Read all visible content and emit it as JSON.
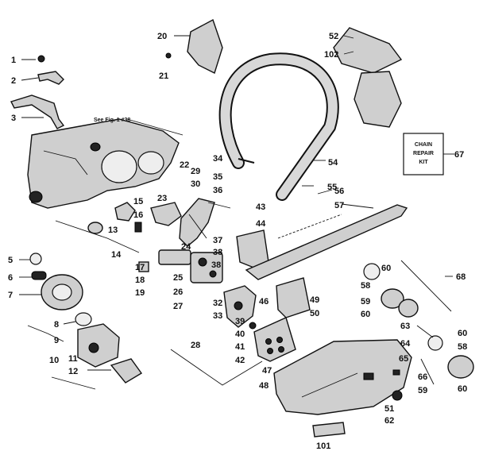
{
  "labels": {
    "l1": "1",
    "l2": "2",
    "l3": "3",
    "l5": "5",
    "l6": "6",
    "l7": "7",
    "l8": "8",
    "l9": "9",
    "l10": "10",
    "l11": "11",
    "l12": "12",
    "l13": "13",
    "l14": "14",
    "l15": "15",
    "l16": "16",
    "l17": "17",
    "l18": "18",
    "l19": "19",
    "l20": "20",
    "l21": "21",
    "l22": "22",
    "l23": "23",
    "l24": "24",
    "l25": "25",
    "l26": "26",
    "l27": "27",
    "l28": "28",
    "l29": "29",
    "l30": "30",
    "l32": "32",
    "l33": "33",
    "l34": "34",
    "l35": "35",
    "l36": "36",
    "l37": "37",
    "l38a": "38",
    "l38b": "38",
    "l39": "39",
    "l40": "40",
    "l41": "41",
    "l42": "42",
    "l43": "43",
    "l44": "44",
    "l46": "46",
    "l47": "47",
    "l48": "48",
    "l49": "49",
    "l50": "50",
    "l51": "51",
    "l52": "52",
    "l54": "54",
    "l55": "55",
    "l56": "56",
    "l57": "57",
    "l58a": "58",
    "l58b": "58",
    "l59a": "59",
    "l59b": "59",
    "l60a": "60",
    "l60b": "60",
    "l60c": "60",
    "l60d": "60",
    "l62": "62",
    "l63": "63",
    "l64": "64",
    "l65": "65",
    "l66": "66",
    "l67": "67",
    "l68": "68",
    "l101": "101",
    "l102": "102"
  },
  "note_see_fig": "See Fig. 1 #38",
  "kit_box": {
    "line1": "CHAIN",
    "line2": "REPAIR",
    "line3": "KIT"
  }
}
